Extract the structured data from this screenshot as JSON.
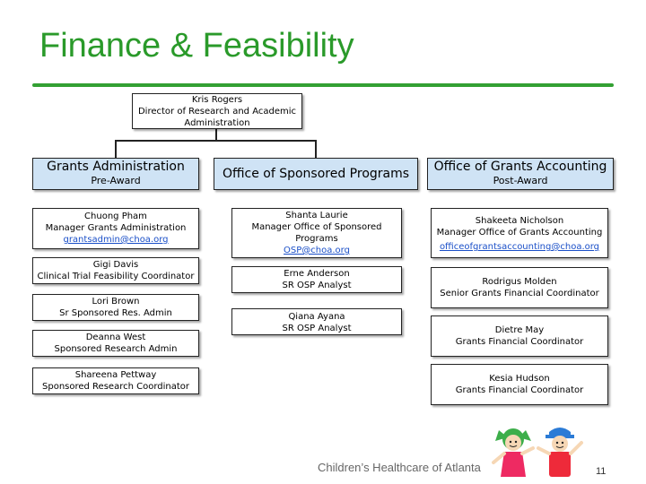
{
  "title": "Finance & Feasibility",
  "colors": {
    "title": "#2a9a2a",
    "header_fill": "#cfe3f5",
    "link": "#1a4fc8"
  },
  "director": {
    "name": "Kris Rogers",
    "role_line1": "Director of Research and Academic",
    "role_line2": "Administration"
  },
  "departments": [
    {
      "title": "Grants Administration",
      "subtitle": "Pre-Award",
      "members": [
        {
          "name": "Chuong Pham",
          "role": "Manager Grants Administration",
          "email": "grantsadmin@choa.org"
        },
        {
          "name": "Gigi Davis",
          "role": "Clinical Trial Feasibility Coordinator"
        },
        {
          "name": "Lori Brown",
          "role": "Sr Sponsored Res. Admin"
        },
        {
          "name": "Deanna West",
          "role": "Sponsored Research Admin"
        },
        {
          "name": "Shareena Pettway",
          "role": "Sponsored Research Coordinator"
        }
      ]
    },
    {
      "title": "Office of Sponsored Programs",
      "subtitle": "",
      "members": [
        {
          "name": "Shanta Laurie",
          "role_line1": "Manager Office of Sponsored",
          "role_line2": "Programs",
          "email": "OSP@choa.org"
        },
        {
          "name": "Erne Anderson",
          "role": "SR OSP Analyst"
        },
        {
          "name": "Qiana Ayana",
          "role": "SR OSP Analyst"
        }
      ]
    },
    {
      "title": "Office of Grants Accounting",
      "subtitle": "Post-Award",
      "members": [
        {
          "name": "Shakeeta Nicholson",
          "role": "Manager Office of Grants Accounting",
          "email": "officeofgrantsaccounting@choa.org"
        },
        {
          "name": "Rodrigus Molden",
          "role": "Senior Grants Financial Coordinator"
        },
        {
          "name": "Dietre May",
          "role": "Grants Financial Coordinator"
        },
        {
          "name": "Kesia Hudson",
          "role": "Grants Financial Coordinator"
        }
      ]
    }
  ],
  "footer": {
    "org": "Children’s Healthcare of Atlanta",
    "page_number": "11"
  },
  "icons": {
    "logo": "two-children-logo-icon"
  }
}
